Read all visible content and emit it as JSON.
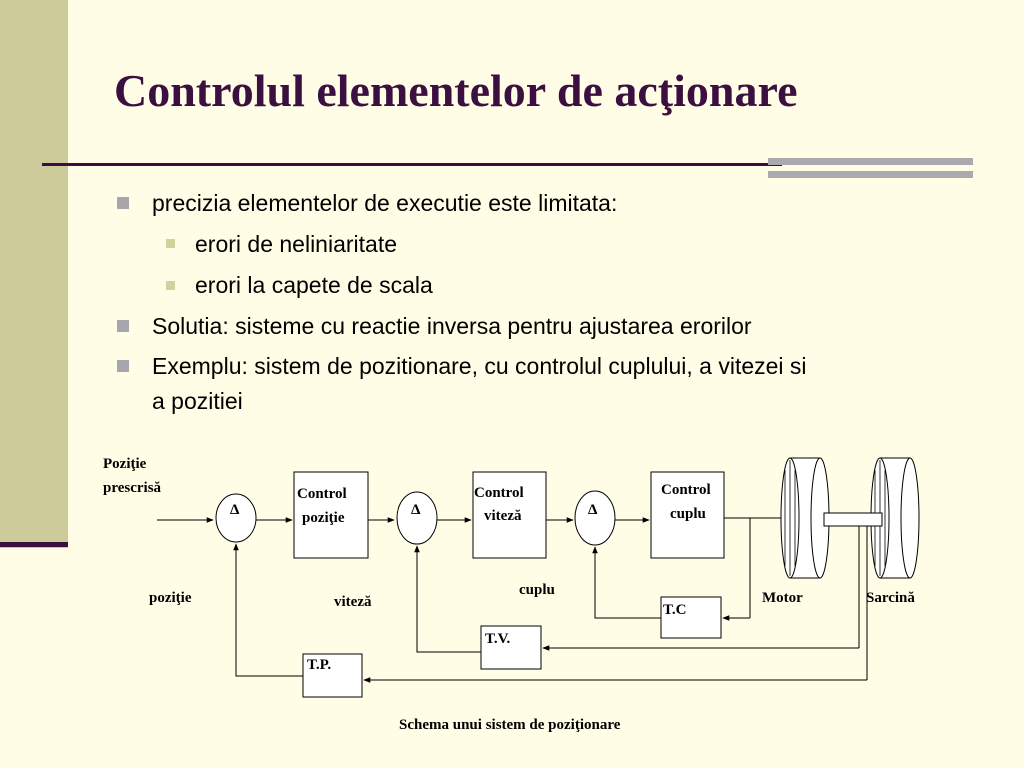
{
  "slide": {
    "title": "Controlul elementelor de acţionare",
    "bullets": [
      {
        "text": "precizia elementelor de executie este limitata:"
      },
      {
        "text": "erori de neliniaritate"
      },
      {
        "text": "erori la capete de scala"
      },
      {
        "text": "Solutia: sisteme cu reactie inversa pentru ajustarea erorilor"
      },
      {
        "text_line1": "Exemplu: sistem de pozitionare, cu controlul cuplului, a vitezei si",
        "text_line2": "a pozitiei"
      }
    ]
  },
  "diagram": {
    "input_label_1": "Poziţie",
    "input_label_2": "prescrisă",
    "delta": "Δ",
    "control_position_1": "Control",
    "control_position_2": "poziţie",
    "control_speed_1": "Control",
    "control_speed_2": "viteză",
    "control_torque_1": "Control",
    "control_torque_2": "cuplu",
    "label_position": "poziţie",
    "label_speed": "viteză",
    "label_torque": "cuplu",
    "tc": "T.C",
    "tv": "T.V.",
    "tp": "T.P.",
    "motor": "Motor",
    "load": "Sarcină",
    "caption": "Schema unui sistem de poziţionare"
  }
}
